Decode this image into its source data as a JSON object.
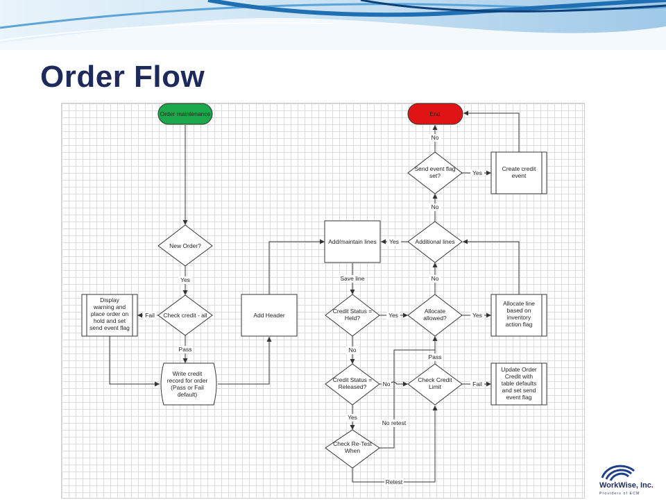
{
  "slide": {
    "title": "Order Flow"
  },
  "colors": {
    "title": "#1f2a5c",
    "start_node": "#1aa84a",
    "end_node": "#e01414",
    "grid": "#dcdcdc"
  },
  "nodes": {
    "order_maintenance": "Order maintenance",
    "end": "End",
    "new_order": [
      "New Order?"
    ],
    "check_credit_all": [
      "Check credit - all"
    ],
    "display_warning": [
      "Display",
      "warning and",
      "place order on",
      "hold and set",
      "send event flag"
    ],
    "write_credit_record": [
      "Write credit",
      "record for order",
      "(Pass or Fail",
      "default)"
    ],
    "add_header": [
      "Add Header"
    ],
    "add_maintain_lines": [
      "Add/maintain lines"
    ],
    "additional_lines": [
      "Additional lines"
    ],
    "send_event_flag": [
      "Send event flag",
      "set?"
    ],
    "create_credit_event": [
      "Create credit",
      "event"
    ],
    "credit_status_held": [
      "Credit Status =",
      "Held?"
    ],
    "allocate_allowed": [
      "Allocate",
      "allowed?"
    ],
    "allocate_line": [
      "Allocate line",
      "based on",
      "inventory",
      "action flag"
    ],
    "credit_status_released": [
      "Credit Status =",
      "Released?"
    ],
    "check_credit_limit": [
      "Check Credit",
      "Limit"
    ],
    "update_order_credit": [
      "Update Order",
      "Credit with",
      "table defaults",
      "and set send",
      "event flag"
    ],
    "check_retest": [
      "Check Re-Test",
      "When"
    ]
  },
  "edge_labels": {
    "yes_new_order": "Yes",
    "fail_check": "Fail",
    "pass_check": "Pass",
    "save_line": "Save line",
    "yes_additional": "Yes",
    "no_additional": "No",
    "no_send_flag": "No",
    "yes_send_flag": "Yes",
    "yes_held": "Yes",
    "no_held": "No",
    "yes_allocate": "Yes",
    "no_allocate": "No",
    "no_released": "No",
    "yes_released": "Yes",
    "fail_limit": "Fail",
    "pass_limit": "Pass",
    "no_retest": "No retest",
    "retest": "Retest"
  },
  "logo": {
    "name": "WorkWise, Inc.",
    "tagline": "Providers of ECM"
  }
}
